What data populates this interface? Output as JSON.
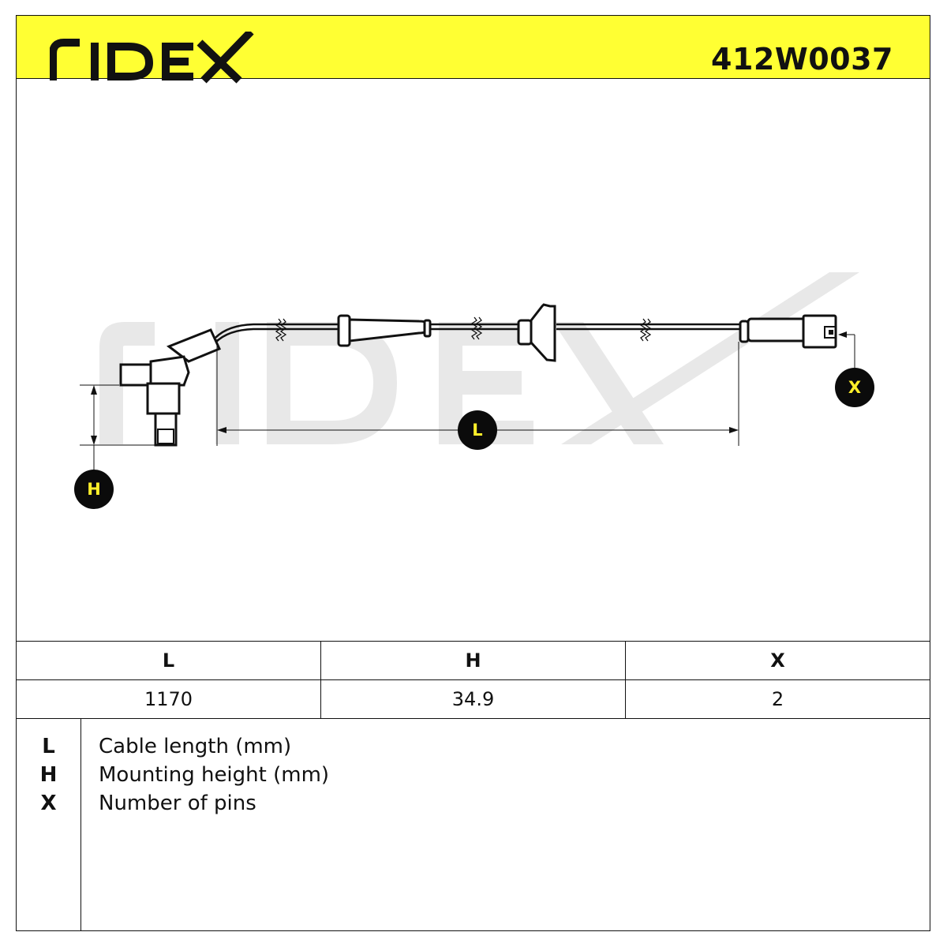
{
  "header": {
    "brand": "RIDEX",
    "part_number": "412W0037"
  },
  "colors": {
    "accent_yellow": "#ffff33",
    "badge_bg": "#0b0b0b",
    "badge_text": "#ffef2a",
    "watermark": "#e8e8e8"
  },
  "drawing": {
    "watermark_text": "RIDEX",
    "labels": {
      "length": "L",
      "height": "H",
      "pins": "X"
    }
  },
  "spec_table": {
    "headers": [
      "L",
      "H",
      "X"
    ],
    "values": [
      "1170",
      "34.9",
      "2"
    ]
  },
  "legend": [
    {
      "key": "L",
      "desc": "Cable length (mm)"
    },
    {
      "key": "H",
      "desc": "Mounting height (mm)"
    },
    {
      "key": "X",
      "desc": "Number of pins"
    }
  ]
}
